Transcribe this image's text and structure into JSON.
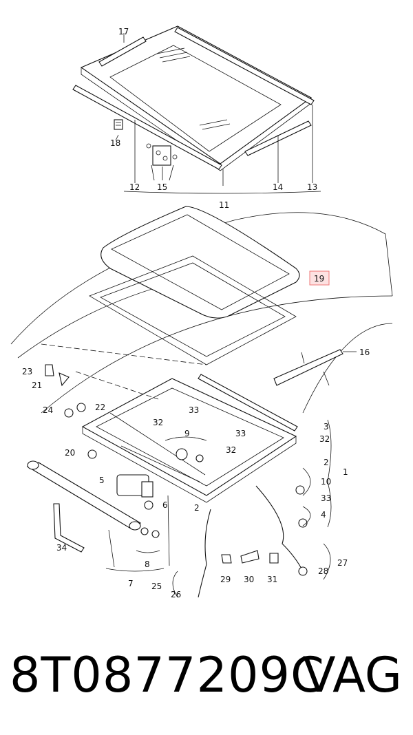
{
  "callouts": {
    "c17": "17",
    "c18": "18",
    "c12": "12",
    "c15": "15",
    "c11": "11",
    "c14": "14",
    "c13": "13",
    "c19": "19",
    "c16": "16",
    "c23": "23",
    "c21": "21",
    "c24": "24",
    "c22": "22",
    "c32a": "32",
    "c33a": "33",
    "c9": "9",
    "c33b": "33",
    "c32b": "32",
    "c3": "3",
    "c32c": "32",
    "c2a": "2",
    "c1": "1",
    "c10": "10",
    "c33c": "33",
    "c4": "4",
    "c20": "20",
    "c5": "5",
    "c6": "6",
    "c2b": "2",
    "c34": "34",
    "c8": "8",
    "c7": "7",
    "c27": "27",
    "c28": "28",
    "c25": "25",
    "c26": "26",
    "c29": "29",
    "c30": "30",
    "c31": "31"
  },
  "highlight_color": "#fde2e2",
  "footer": {
    "part_number": "8T0877209C",
    "brand": "VAG"
  }
}
